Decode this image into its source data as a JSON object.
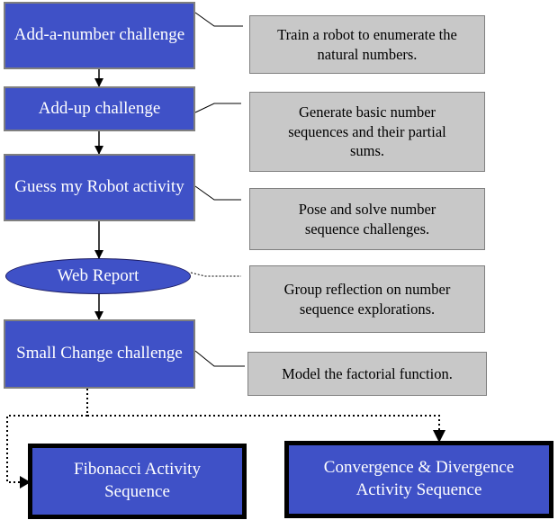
{
  "flow": {
    "add_a_number": "Add-a-number challenge",
    "add_up": "Add-up challenge",
    "guess_robot": "Guess my Robot activity",
    "web_report": "Web Report",
    "small_change": "Small Change challenge"
  },
  "notes": {
    "add_a_number": "Train a robot to enumerate the natural numbers.",
    "add_up": "Generate basic number sequences and their partial sums.",
    "guess_robot": "Pose and solve number sequence challenges.",
    "web_report": "Group reflection on number sequence explorations.",
    "small_change": "Model the factorial function."
  },
  "sequences": {
    "fibonacci": "Fibonacci Activity Sequence",
    "convergence": "Convergence & Divergence Activity Sequence"
  },
  "colors": {
    "box_blue": "#3f51c7",
    "note_gray": "#c8c8c8"
  }
}
